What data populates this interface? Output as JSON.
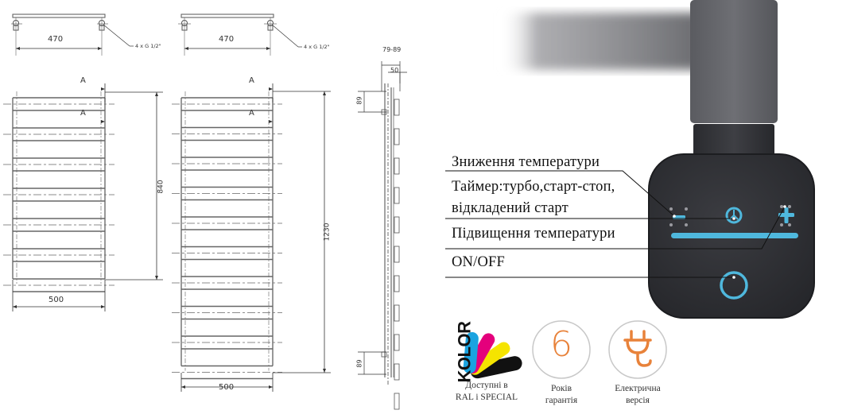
{
  "drawings": {
    "top_view_left": {
      "width_label": "470",
      "connector_label": "4 x G 1/2\""
    },
    "top_view_right": {
      "width_label": "470",
      "connector_label": "4 x G 1/2\""
    },
    "front_small": {
      "height_label": "840",
      "width_label": "500",
      "section_label_top": "A",
      "section_label_bottom": "A"
    },
    "front_large": {
      "height_label": "1230",
      "width_label": "500",
      "section_label_top": "A",
      "section_label_bottom": "A"
    },
    "side_view": {
      "depth_label": "79-89",
      "offset_label": "50",
      "top_spacing_label": "89",
      "bottom_spacing_label": "89"
    }
  },
  "heating_element": {
    "callouts": [
      {
        "label": "Зниження температури"
      },
      {
        "label": "Таймер:турбо,старт-стоп,"
      },
      {
        "label": "відкладений старт"
      },
      {
        "label": "Підвищення температури"
      },
      {
        "label": "ON/OFF"
      }
    ],
    "accent_color": "#4fb8dd",
    "body_color": "#2e2f33"
  },
  "badges": [
    {
      "icon": "kolor-fan-icon",
      "logo_text": "KOLOR",
      "line1": "Доступні в",
      "line2": "RAL і SPECIAL"
    },
    {
      "icon": "warranty-6-icon",
      "number": "6",
      "line1": "Років",
      "line2": "гарантія"
    },
    {
      "icon": "electric-plug-icon",
      "line1": "Електрична",
      "line2": "версія"
    }
  ],
  "colors": {
    "orange": "#e8823a",
    "drawing_line": "#555555"
  }
}
